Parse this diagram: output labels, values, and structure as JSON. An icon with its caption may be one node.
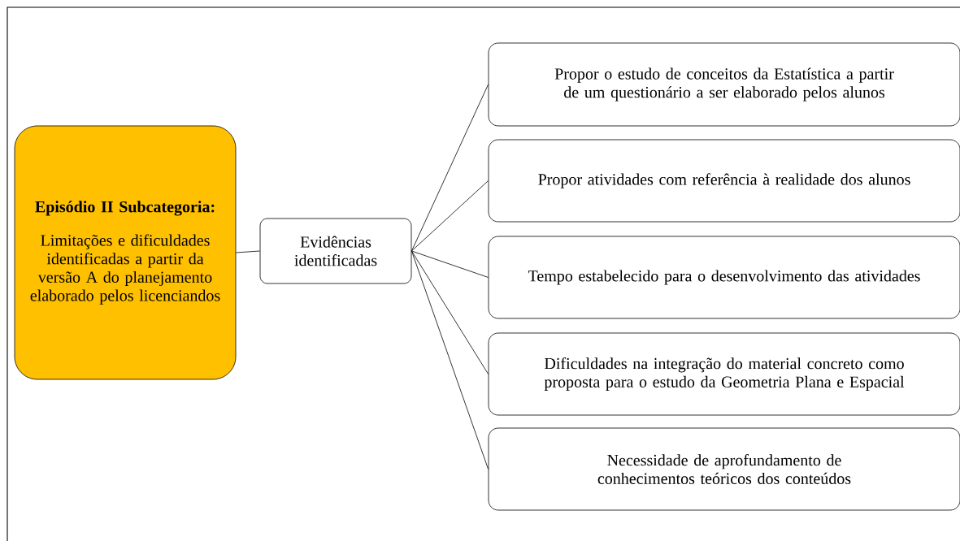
{
  "diagram": {
    "nodes": [
      {
        "text": [
          "Episódio II Subcategoria:",
          "Limitações e dificuldades identificadas a partir da versão A do planejamento elaborado pelos licenciandos"
        ]
      },
      {
        "text": [
          "Evidências identificadas"
        ]
      },
      {
        "text": [
          "Propor o estudo de conceitos da Estatística a partir de um questionário a ser elaborado pelos alunos"
        ]
      },
      {
        "text": [
          "Propor atividades com referência à realidade dos alunos"
        ]
      },
      {
        "text": [
          "Tempo estabelecido para o desenvolvimento das atividades"
        ]
      },
      {
        "text": [
          "Dificuldades na integração do material concreto como proposta para o estudo da Geometria Plana e Espacial"
        ]
      },
      {
        "text": [
          "Necessidade de aprofundamento de conhecimentos teóricos dos conteúdos"
        ]
      }
    ],
    "edges": [
      {
        "from": 0,
        "to": 1,
        "arrow": "none"
      },
      {
        "from": 1,
        "to": 2,
        "arrow": "none"
      },
      {
        "from": 1,
        "to": 3,
        "arrow": "none"
      },
      {
        "from": 1,
        "to": 4,
        "arrow": "none"
      },
      {
        "from": 1,
        "to": 5,
        "arrow": "none"
      },
      {
        "from": 1,
        "to": 6,
        "arrow": "none"
      }
    ]
  }
}
